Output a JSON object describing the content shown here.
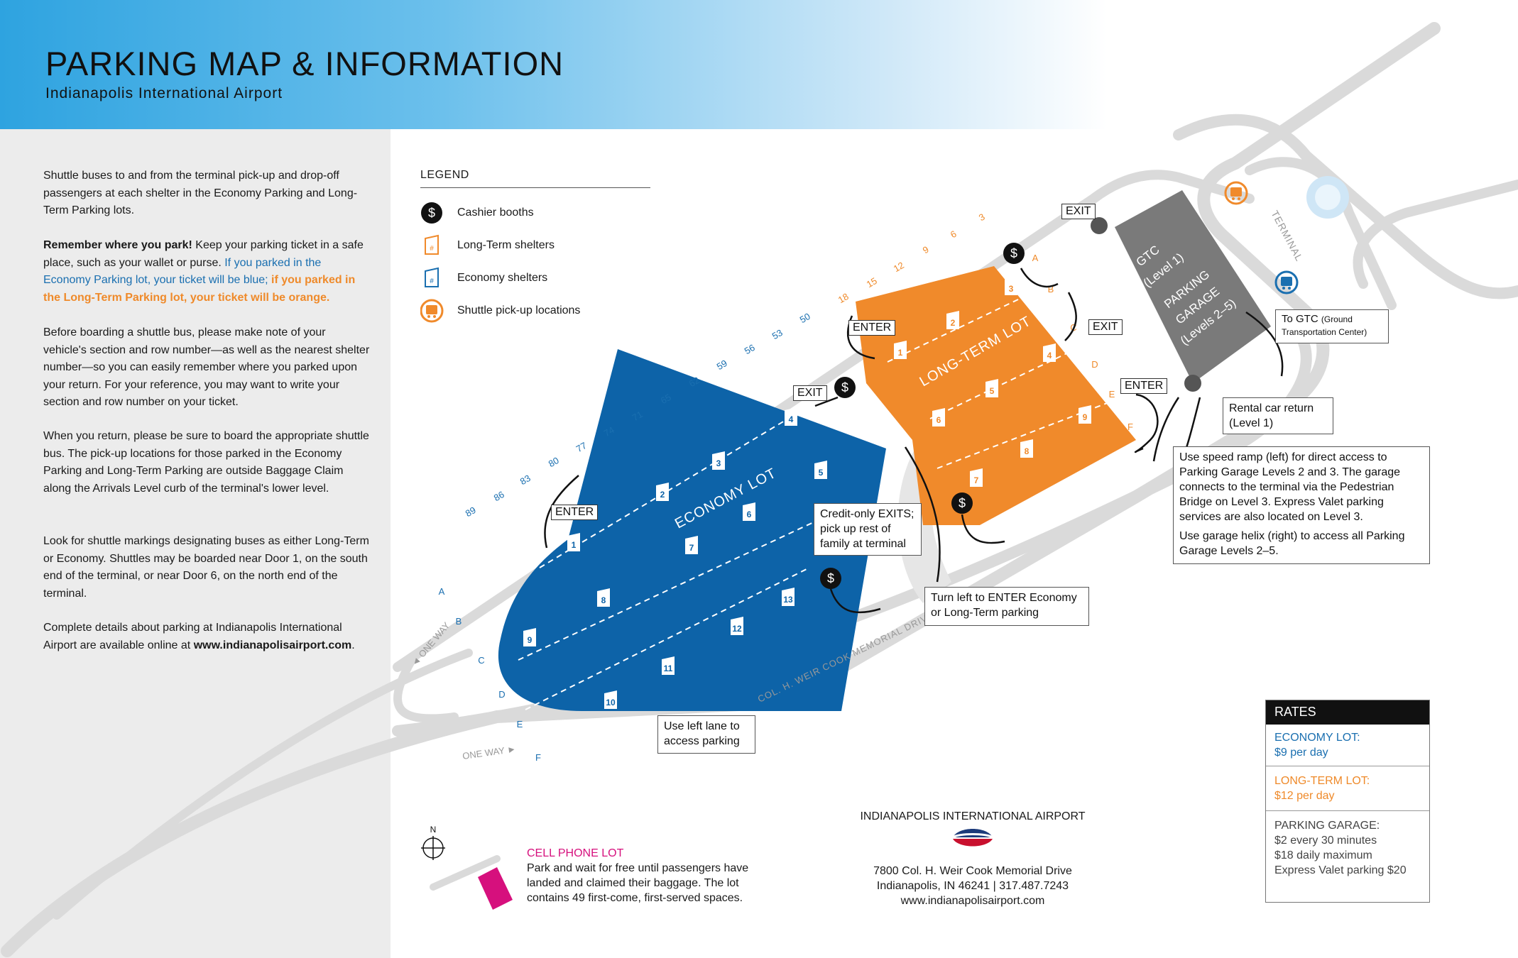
{
  "header": {
    "title": "PARKING MAP & INFORMATION",
    "subtitle": "Indianapolis International Airport"
  },
  "colors": {
    "economy": "#0d63a8",
    "long_term": "#f08a2b",
    "garage": "#7a7a7a",
    "cell_lot": "#d6107d",
    "header_blue": "#2ea3e0",
    "road": "#d9d9d9"
  },
  "info": {
    "p1": "Shuttle buses to and from the terminal pick-up and drop-off passengers at each shelter in the Economy Parking and Long-Term Parking lots.",
    "p2_bold": "Remember where you park!",
    "p2_rest": " Keep your parking ticket in a safe place, such as your wallet or purse. ",
    "p2_blue": "If you parked in the Economy Parking lot, your ticket will be blue; ",
    "p2_orange": "if you parked in the Long-Term Parking lot, your ticket will be orange.",
    "p3": "Before boarding a shuttle bus, please make note of your vehicle's section and row number—as well as the nearest shelter number—so you can easily remember where you parked upon your return. For your reference, you may want to write your section and row number on your ticket.",
    "p4": "When you return, please be sure to board the appropriate shuttle bus. The pick-up locations for those parked in the Economy Parking and Long-Term Parking are outside Baggage Claim along the Arrivals Level curb of the terminal's lower level.",
    "p5": "Look for shuttle markings designating buses as either Long-Term or Economy. Shuttles may be boarded near Door 1, on the south end of the terminal, or near Door 6, on the north end of the terminal.",
    "p6_a": "Complete details about parking at Indianapolis International Airport are available online at ",
    "p6_b": "www.indianapolisairport.com",
    "p6_c": "."
  },
  "legend": {
    "title": "LEGEND",
    "items": [
      "Cashier booths",
      "Long-Term shelters",
      "Economy shelters",
      "Shuttle pick-up locations"
    ],
    "icons": [
      "dollar-icon",
      "longterm-shelter-icon",
      "economy-shelter-icon",
      "shuttle-icon"
    ]
  },
  "map": {
    "economy_lot": "ECONOMY LOT",
    "long_term_lot": "LONG-TERM LOT",
    "garage_l1": "GTC",
    "garage_l1b": "(Level 1)",
    "garage_l2": "PARKING",
    "garage_l2b": "GARAGE",
    "garage_l2c": "(Levels 2–5)",
    "terminal": "TERMINAL",
    "road_name": "COL. H. WEIR COOK MEMORIAL DRIVE",
    "one_way_1": "◄ ONE WAY",
    "one_way_2": "ONE WAY ►",
    "enter": "ENTER",
    "exit": "EXIT",
    "econ_rows": [
      "89",
      "86",
      "83",
      "80",
      "77",
      "74",
      "71",
      "65",
      "62",
      "59",
      "56",
      "53",
      "50"
    ],
    "lt_rows": [
      "18",
      "15",
      "12",
      "9",
      "6",
      "3"
    ],
    "econ_sections": [
      "A",
      "B",
      "C",
      "D",
      "E",
      "F"
    ],
    "lt_sections": [
      "A",
      "B",
      "C",
      "D",
      "E",
      "F"
    ],
    "econ_shelters": [
      "1",
      "2",
      "3",
      "4",
      "5",
      "6",
      "7",
      "8",
      "9",
      "10",
      "11",
      "12",
      "13"
    ],
    "lt_shelters": [
      "1",
      "2",
      "3",
      "4",
      "5",
      "6",
      "7",
      "8",
      "9"
    ],
    "callout_credit": "Credit-only EXITS; pick up rest of family at terminal",
    "callout_turn": "Turn left to ENTER Economy or Long-Term parking",
    "callout_left_lane": "Use left lane to access parking",
    "callout_gtc": "To GTC",
    "callout_gtc_small": "(Ground Transportation Center)",
    "callout_rental": "Rental car return (Level 1)",
    "callout_ramp": "Use speed ramp (left) for direct access to Parking Garage Levels 2 and 3. The garage connects to the terminal via the Pedestrian Bridge on Level 3. Express Valet parking services are also located on Level 3.",
    "callout_helix": "Use garage helix (right) to access all Parking Garage Levels 2–5.",
    "north": "N"
  },
  "rates": {
    "title": "RATES",
    "economy_label": "ECONOMY LOT:",
    "economy_price": "$9 per day",
    "lt_label": "LONG-TERM LOT:",
    "lt_price": "$12 per day",
    "garage_label": "PARKING GARAGE:",
    "garage_1": "$2 every 30 minutes",
    "garage_2": "$18 daily maximum",
    "garage_3": "Express Valet parking $20"
  },
  "cell_lot": {
    "title": "CELL PHONE LOT",
    "text": "Park and wait for free until passengers have landed and claimed their baggage. The lot contains 49 first-come, first-served spaces."
  },
  "airport": {
    "name": "INDIANAPOLIS INTERNATIONAL AIRPORT",
    "addr1": "7800 Col. H. Weir Cook Memorial Drive",
    "addr2": "Indianapolis, IN 46241 | 317.487.7243",
    "web": "www.indianapolisairport.com"
  }
}
